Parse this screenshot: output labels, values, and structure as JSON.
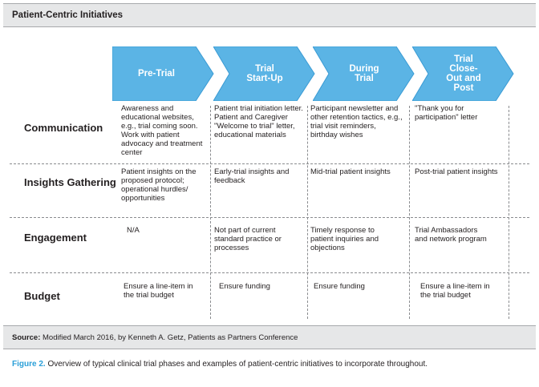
{
  "title": "Patient-Centric Initiatives",
  "phases": [
    "Pre-Trial",
    "Trial\nStart-Up",
    "During\nTrial",
    "Trial\nClose-\nOut and\nPost"
  ],
  "rows": [
    {
      "label": "Communication",
      "cells": [
        "Awareness and educational websites, e.g., trial coming soon. Work with patient advocacy and treatment center",
        "Patient trial initiation letter. Patient and Caregiver \"Welcome to trial\" letter, educational materials",
        "Participant newsletter and other retention tactics, e.g., trial visit reminders, birthday wishes",
        "\"Thank you for participation\" letter"
      ]
    },
    {
      "label": "Insights Gathering",
      "cells": [
        "Patient insights on the proposed protocol; operational hurdles/ opportunities",
        "Early-trial insights and feedback",
        "Mid-trial patient insights",
        "Post-trial patient insights"
      ]
    },
    {
      "label": "Engagement",
      "cells": [
        "N/A",
        "Not part of current standard practice or processes",
        "Timely response to patient inquiries and objections",
        "Trial Ambassadors and network program"
      ]
    },
    {
      "label": "Budget",
      "cells": [
        "Ensure a line-item in the trial budget",
        "Ensure funding",
        "Ensure funding",
        "Ensure a line-item in the trial budget"
      ]
    }
  ],
  "source": {
    "label": "Source:",
    "text": "Modified March 2016, by Kenneth A. Getz, Patients as Partners Conference"
  },
  "caption": {
    "label": "Figure 2.",
    "text": "Overview of typical clinical trial phases and examples of patient-centric initiatives to incorporate throughout."
  },
  "colors": {
    "chevron_fill": "#5bb4e5",
    "chevron_stroke": "#3a9bd4",
    "caption_label": "#2a9fd8",
    "bar_background": "#e6e7e8"
  }
}
